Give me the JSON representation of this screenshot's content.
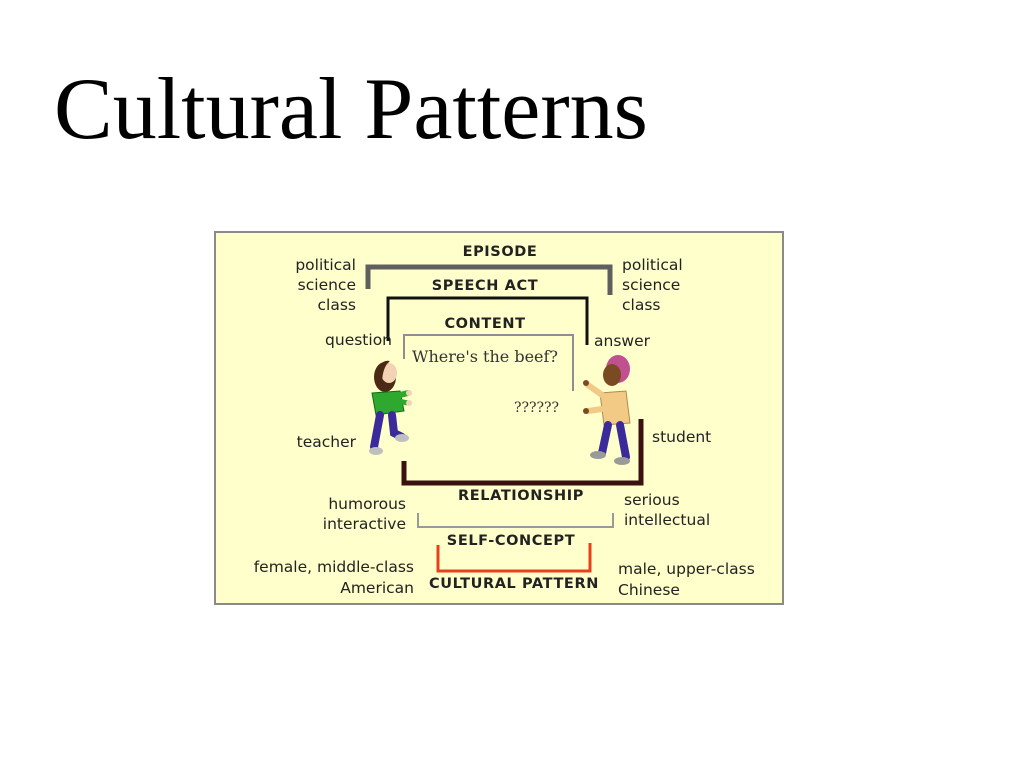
{
  "slide": {
    "title": "Cultural Patterns"
  },
  "diagram": {
    "levels": {
      "episode": "EPISODE",
      "speech_act": "SPEECH ACT",
      "content": "CONTENT",
      "relationship": "RELATIONSHIP",
      "self_concept": "SELF-CONCEPT",
      "cultural_pattern": "CULTURAL PATTERN"
    },
    "left": {
      "episode": "political\nscience\nclass",
      "speech_act": "question",
      "person": "teacher",
      "relationship": "humorous\ninteractive",
      "cultural_pattern_line1": "female, middle-class",
      "cultural_pattern_line2": "American"
    },
    "right": {
      "episode": "political\nscience\nclass",
      "speech_act": "answer",
      "person": "student",
      "relationship": "serious\nintellectual",
      "cultural_pattern_line1": "male, upper-class",
      "cultural_pattern_line2": "Chinese"
    },
    "speech": {
      "teacher_says": "Where's the beef?",
      "student_says": "??????"
    },
    "colors": {
      "background": "#ffffcc",
      "episode_bracket": "#5f5f5f",
      "speech_act_bracket": "#111111",
      "content_bracket": "#8e8e8e",
      "relationship_bracket": "#3a1010",
      "self_concept_bracket": "#9a9a9a",
      "cultural_pattern_bracket": "#e8401c"
    },
    "icons": [
      "teacher-figure-icon",
      "student-figure-icon"
    ]
  }
}
